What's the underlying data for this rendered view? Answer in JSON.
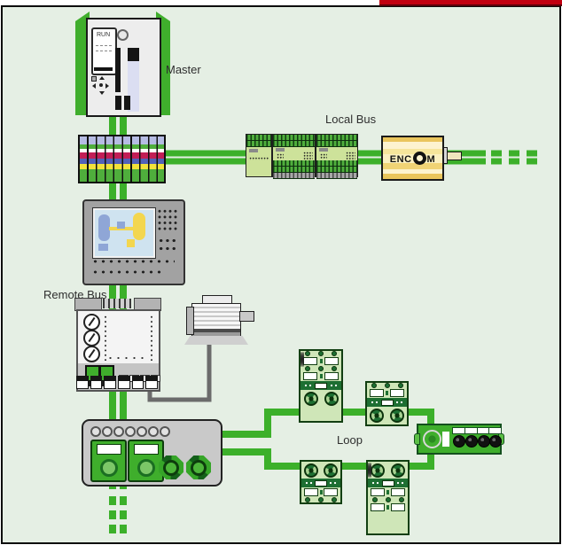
{
  "palette": {
    "background": "#e5efe4",
    "frame_border": "#0c0c0c",
    "accent_bar_red": "#c20010",
    "bus_green": "#3cb02a",
    "device_green": "#3fae2c",
    "encoder_yellow": "#f3dd8a",
    "cable_gray": "#6b6b6b"
  },
  "labels": {
    "master": "Master",
    "local_bus": "Local Bus",
    "remote_bus": "Remote Bus",
    "loop": "Loop"
  },
  "master_plc": {
    "display_status": "RUN"
  },
  "encoder": {
    "brand_left": "ENC",
    "brand_right": "M"
  }
}
